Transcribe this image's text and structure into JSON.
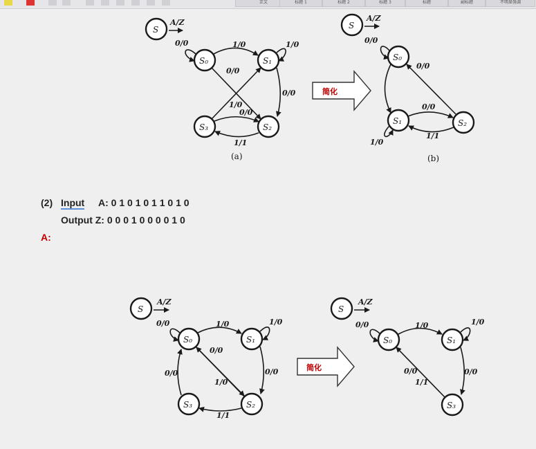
{
  "toolbar": {
    "styles": [
      "正文",
      "标题 1",
      "标题 2",
      "标题 3",
      "标题",
      "副标题",
      "不明显强调"
    ]
  },
  "diagram_a": {
    "legend_state": "S",
    "legend_label": "A/Z",
    "states": [
      "S₀",
      "S₁",
      "S₂",
      "S₃"
    ],
    "edges": [
      "0/0",
      "1/0",
      "1/0",
      "0/0",
      "0/0",
      "1/0",
      "0/0",
      "1/1"
    ],
    "caption": "(a)"
  },
  "diagram_b": {
    "legend_state": "S",
    "legend_label": "A/Z",
    "states": [
      "S₀",
      "S₁",
      "S₂"
    ],
    "edges": [
      "0/0",
      "0/0",
      "0/0",
      "1/1",
      "1/0"
    ],
    "caption": "(b)"
  },
  "simplify_label": "简化",
  "text": {
    "item_no": "(2)",
    "input_word": "Input",
    "input_seq": "A: 0 1 0 1 0 1 1 0 1 0",
    "output_line": "Output Z: 0 0 0 1 0 0 0 0 1 0",
    "a_label": "A:"
  },
  "diagram_c": {
    "legend_state": "S",
    "legend_label": "A/Z",
    "states": [
      "S₀",
      "S₁",
      "S₂",
      "S₃"
    ],
    "edges": [
      "0/0",
      "1/0",
      "1/0",
      "0/0",
      "0/0",
      "0/0",
      "1/0",
      "1/1"
    ]
  },
  "diagram_d": {
    "legend_state": "S",
    "legend_label": "A/Z",
    "states": [
      "S₀",
      "S₁",
      "S₃"
    ],
    "edges": [
      "0/0",
      "1/0",
      "1/0",
      "0/0",
      "1/1",
      "0/0"
    ]
  }
}
